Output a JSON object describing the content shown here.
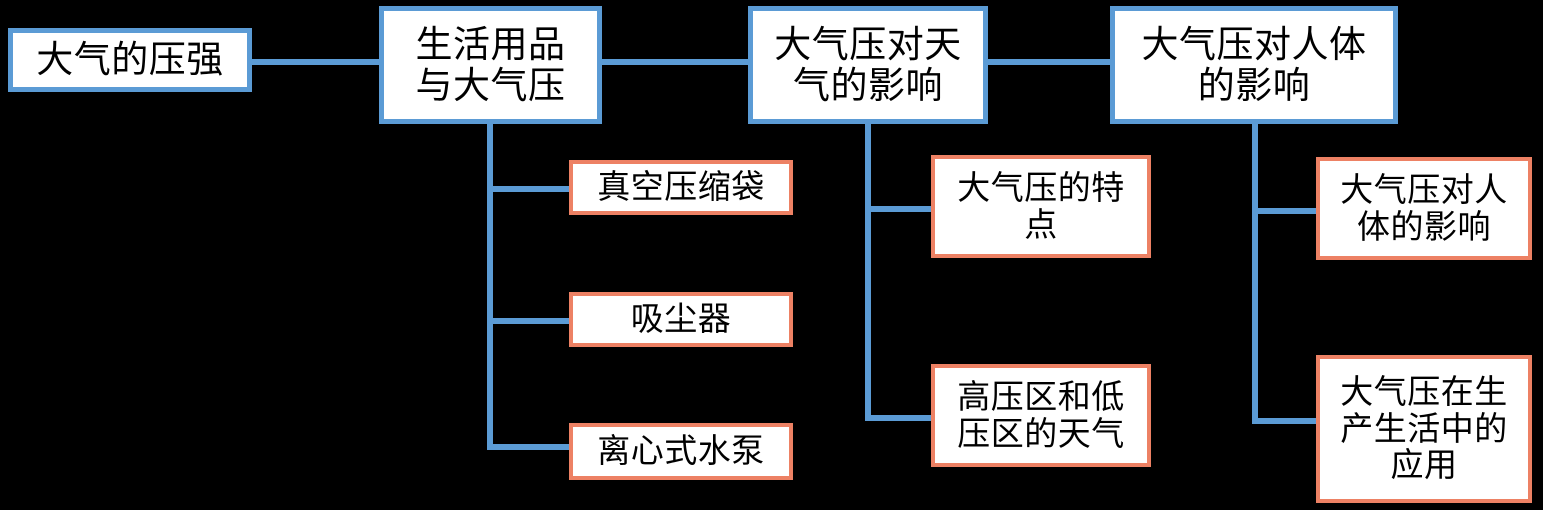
{
  "diagram": {
    "title_root": "大气的压强",
    "type": "tree-mindmap",
    "colors": {
      "background": "#000000",
      "primary_border": "#5B9BD5",
      "secondary_border": "#ED8164",
      "node_fill": "#FFFFFF",
      "connector": "#5B9BD5",
      "text": "#000000"
    },
    "nodes": [
      {
        "id": "root",
        "level": "primary",
        "label": "大气的压强"
      },
      {
        "id": "branch1",
        "level": "primary",
        "label": "生活用品\n与大气压"
      },
      {
        "id": "branch2",
        "level": "primary",
        "label": "大气压对天\n气的影响"
      },
      {
        "id": "branch3",
        "level": "primary",
        "label": "大气压对人体\n的影响"
      },
      {
        "id": "b1-child1",
        "level": "secondary",
        "label": "真空压缩袋"
      },
      {
        "id": "b1-child2",
        "level": "secondary",
        "label": "吸尘器"
      },
      {
        "id": "b1-child3",
        "level": "secondary",
        "label": "离心式水泵"
      },
      {
        "id": "b2-child1",
        "level": "secondary",
        "label": "大气压的特\n点"
      },
      {
        "id": "b2-child2",
        "level": "secondary",
        "label": "高压区和低\n压区的天气"
      },
      {
        "id": "b3-child1",
        "level": "secondary",
        "label": "大气压对人\n体的影响"
      },
      {
        "id": "b3-child2",
        "level": "secondary",
        "label": "大气压在生\n产生活中的\n应用"
      }
    ]
  }
}
